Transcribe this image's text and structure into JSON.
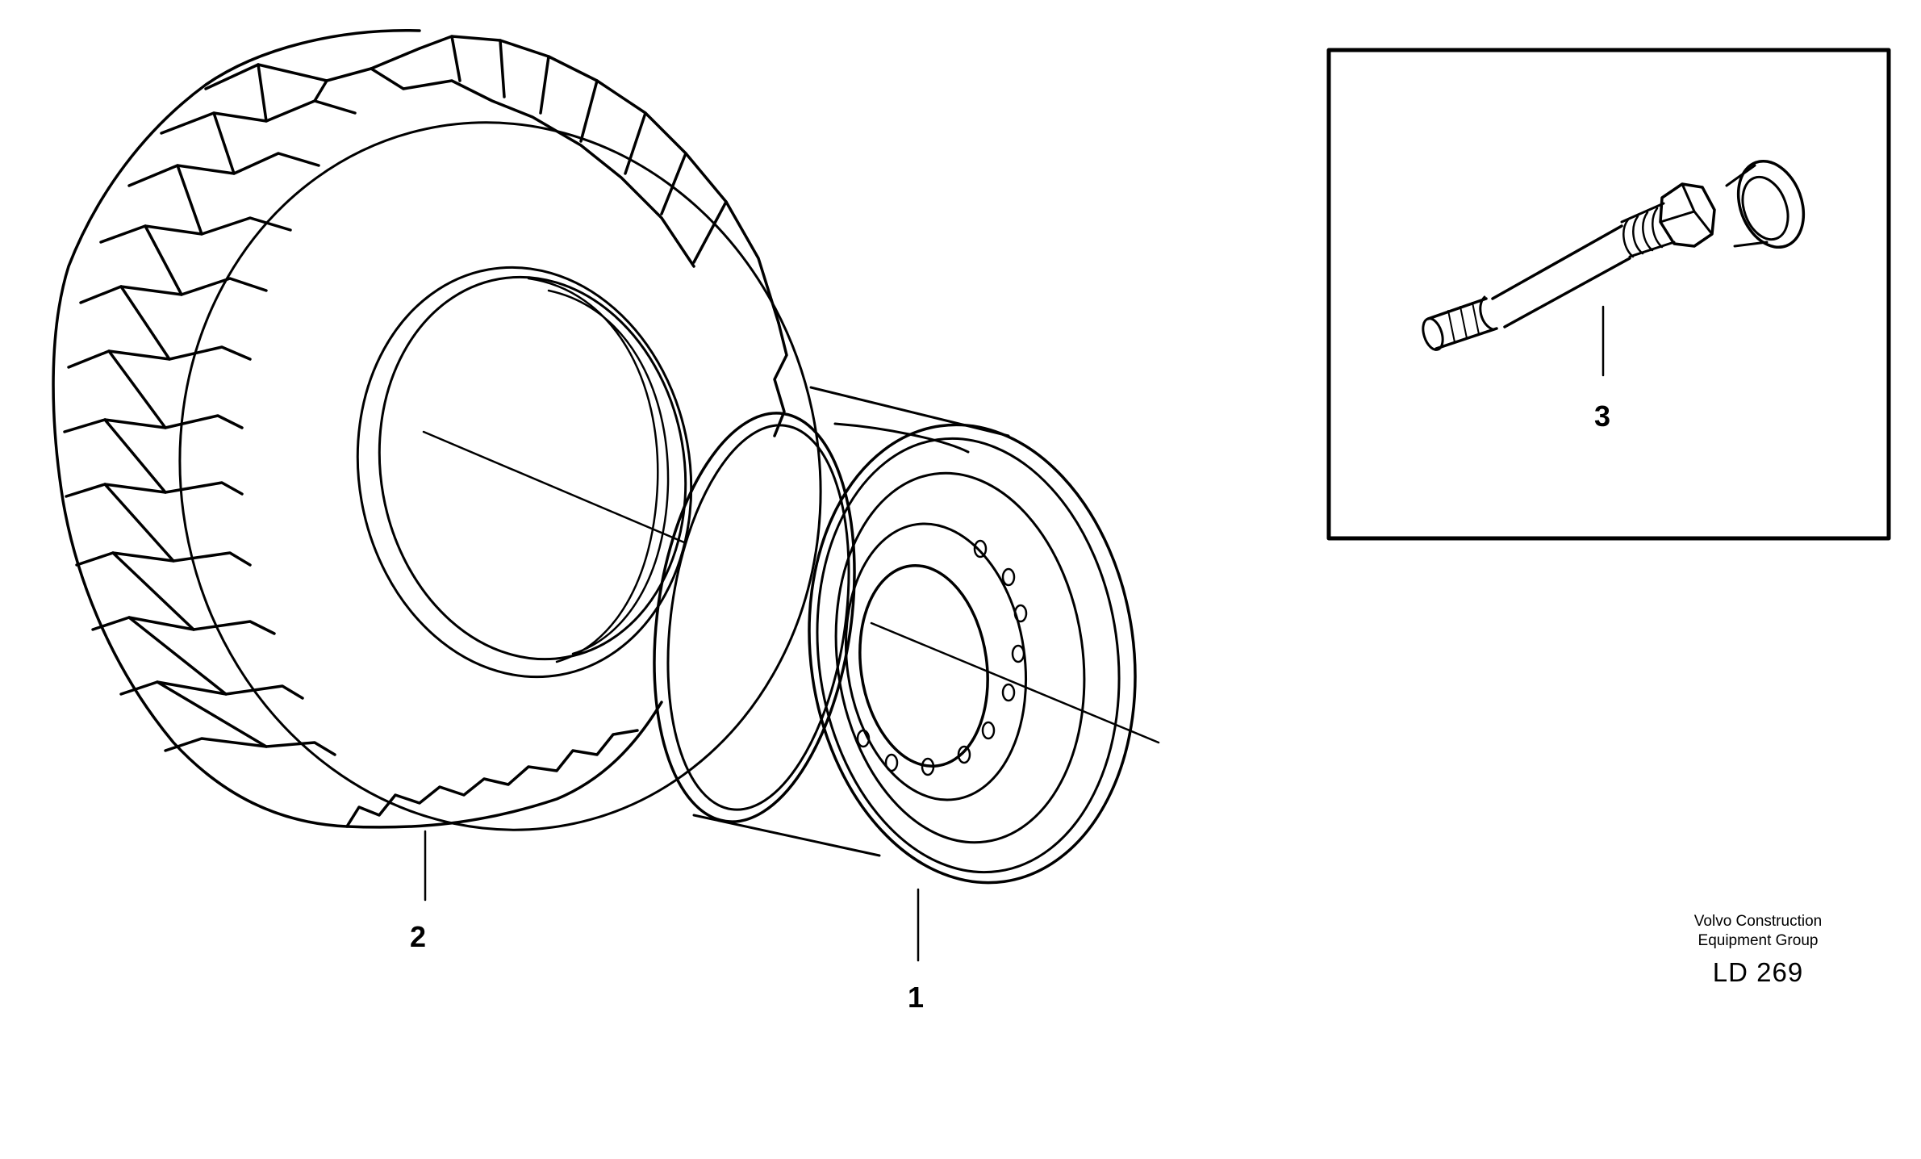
{
  "callouts": {
    "item_1": "1",
    "item_2": "2",
    "item_3": "3"
  },
  "publisher": {
    "line1": "Volvo Construction",
    "line2": "Equipment Group",
    "drawing_code": "LD 269"
  },
  "colors": {
    "line": "#000000",
    "background": "#ffffff"
  },
  "icons": [
    "tire-icon",
    "rim-icon",
    "valve-icon"
  ]
}
